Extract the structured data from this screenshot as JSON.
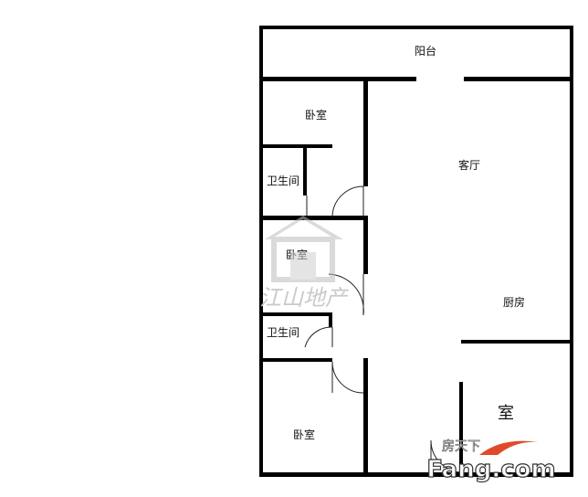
{
  "rooms": {
    "balcony": "阳台",
    "living_room": "客厅",
    "bedroom_1": "卧室",
    "bathroom_1": "卫生间",
    "bedroom_2": "卧室",
    "kitchen": "厨房",
    "bathroom_2": "卫生间",
    "bedroom_3": "卧室",
    "room": "室"
  },
  "watermark": {
    "company": "江山地产"
  },
  "brand": {
    "site": "Fang.com",
    "tagline": "房天下"
  },
  "colors": {
    "wall": "#000000",
    "background": "#ffffff",
    "watermark": "#c9c9c9"
  }
}
